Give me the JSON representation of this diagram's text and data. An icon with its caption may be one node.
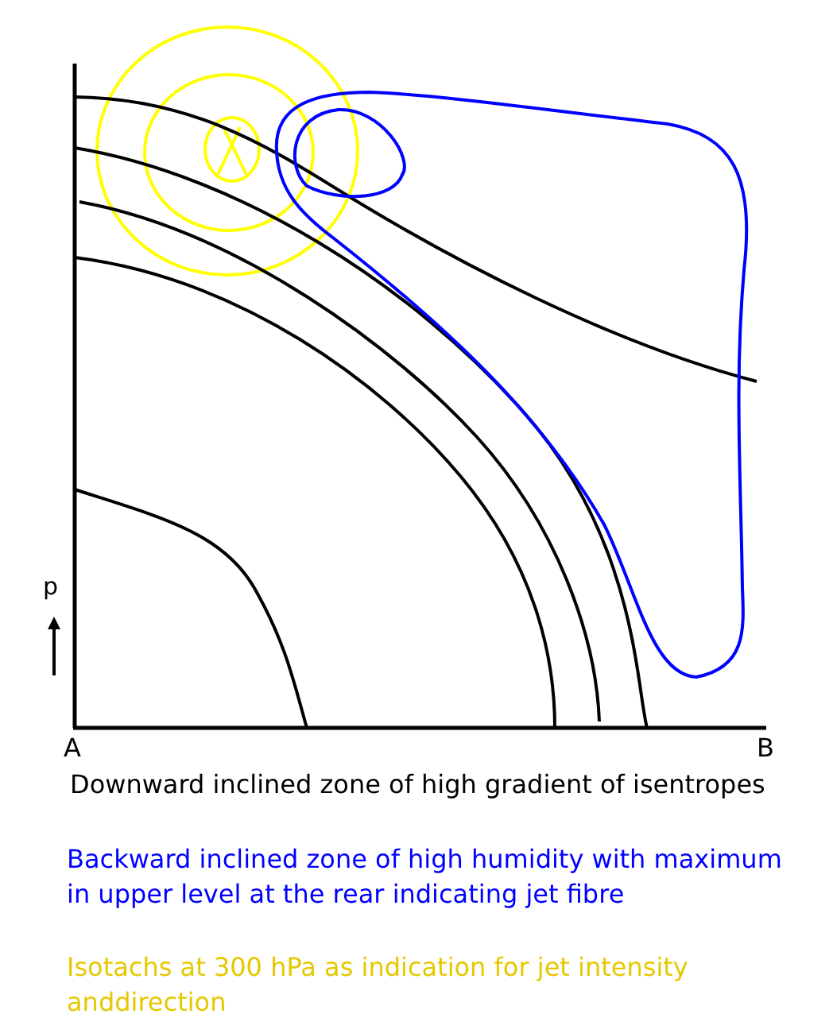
{
  "diagram": {
    "labels": [
      "p",
      "A",
      "B",
      "Downward inclined zone of high gradient of isentropes",
      "Backward inclined zone of high humidity with maximum in upper level at the rear indicating jet fibre",
      "Isotachs at 300 hPa as indication for jet intensity anddirection"
    ]
  }
}
